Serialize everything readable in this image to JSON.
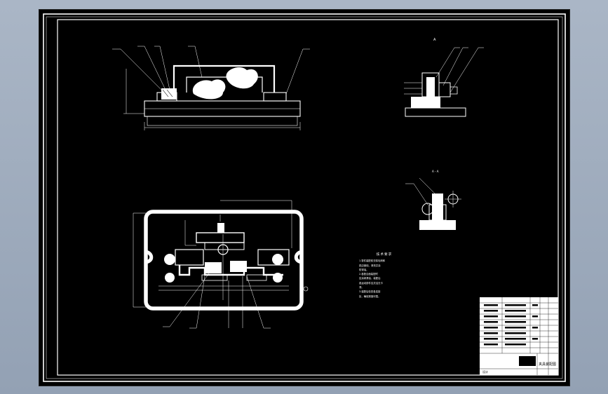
{
  "drawing": {
    "view_labels": {
      "side_view": "A",
      "section_view": "A - A"
    },
    "technical_requirements": {
      "title": "技术要求",
      "lines": [
        "1.零件装配前去除毛刺和",
        "锐边倒钝，清洗并涂",
        "防锈油。",
        "2.各配合面装配时",
        "应涂润滑油，装配后",
        "各运动部件应灵活无卡",
        "滞。",
        "3.装配后检查各连接",
        "处，确保紧固可靠。"
      ]
    },
    "title_block": {
      "drawing_name": "夹具装配图",
      "designer_label": "设计"
    }
  }
}
